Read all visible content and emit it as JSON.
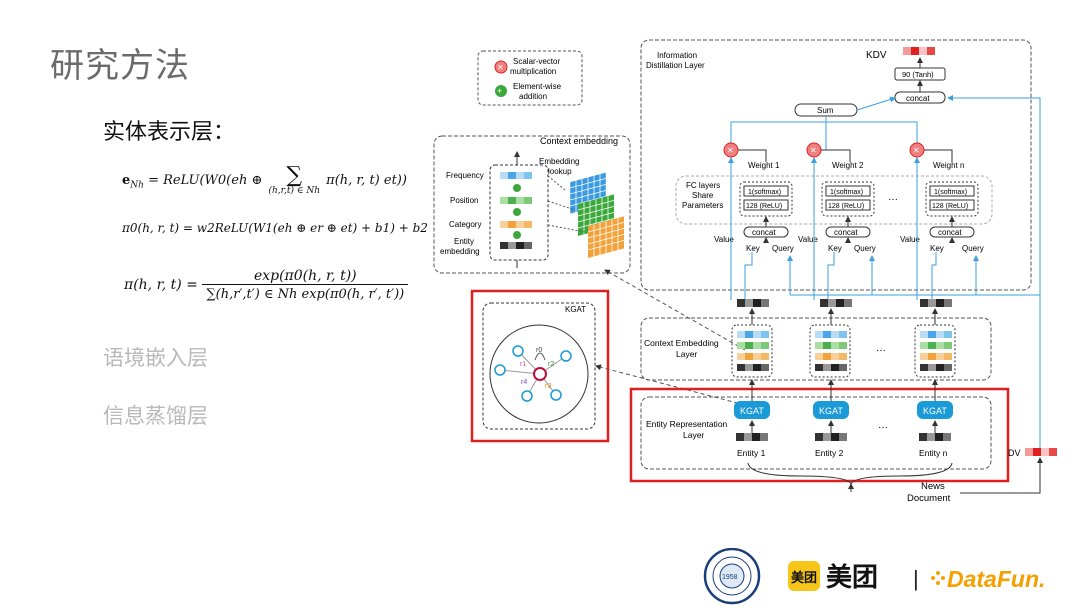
{
  "slide": {
    "title": "研究方法",
    "section_entity": "实体表示层：",
    "section_context": "语境嵌入层",
    "section_distill": "信息蒸馏层"
  },
  "equations": {
    "eq1_lhs": "e",
    "eq1_lhs_sub": "Nh",
    "eq1_body": " = ReLU(W0(eh ⊕ ",
    "eq1_sum": "∑",
    "eq1_sum_limits": "(h,r,t) ∈ Nh",
    "eq1_tail": " π(h, r, t) et))",
    "eq2": "π0(h, r, t) = w2ReLU(W1(eh ⊕ er ⊕ et) + b1) + b2",
    "eq3_lhs": "π(h, r, t) = ",
    "eq3_num": "exp(π0(h, r, t))",
    "eq3_den": "∑(h,r′,t′) ∈ Nh exp(π0(h, r′, t′))"
  },
  "legend": {
    "scalar_vector": "Scalar-vector",
    "scalar_vector2": "multiplication",
    "elementwise": "Element-wise",
    "elementwise2": "addition"
  },
  "context_embedding": {
    "title": "Context embedding",
    "embedding_lookup1": "Embedding",
    "embedding_lookup2": "lookup",
    "frequency": "Frequency",
    "position": "Position",
    "category": "Category",
    "entity_embedding1": "Entity",
    "entity_embedding2": "embedding"
  },
  "kgat_box": {
    "title": "KGAT",
    "r0": "r0",
    "r1": "r1",
    "r2": "r2",
    "r3": "r3",
    "r4": "r4"
  },
  "architecture": {
    "info_distill1": "Information",
    "info_distill2": "Distillation Layer",
    "kdv": "KDV",
    "tanh": "90 (Tanh)",
    "concat_top": "concat",
    "sum": "Sum",
    "weight1": "Weight 1",
    "weight2": "Weight 2",
    "weightn": "Weight n",
    "fc1": "FC layers",
    "fc2": "Share",
    "fc3": "Parameters",
    "softmax": "1(softmax)",
    "relu": "128 (ReLU)",
    "dots": "···",
    "concat": "concat",
    "value": "Value",
    "key": "Key",
    "query": "Query",
    "context_layer1": "Context Embedding",
    "context_layer2": "Layer",
    "entity_layer1": "Entity Representation",
    "entity_layer2": "Layer",
    "kgat": "KGAT",
    "entity1": "Entity 1",
    "entity2": "Entity 2",
    "entityn": "Entity n",
    "news": "News",
    "document": "Document",
    "dv": "DV"
  },
  "footer": {
    "meituan_badge": "美团",
    "meituan": "美团",
    "separator": "|",
    "datafun": "DataFun.",
    "seal_year": "1958"
  },
  "colors": {
    "accent_red": "#e02020",
    "kgat_blue": "#1a9ad6",
    "line_blue": "#3b9fe0",
    "yellow": "#f5c518",
    "datafun_orange": "#f5a000"
  }
}
